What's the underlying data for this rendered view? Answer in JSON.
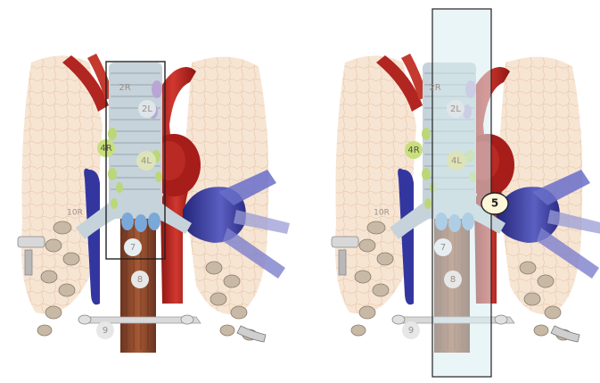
{
  "left_panel": {
    "labels": {
      "n2R": "2R",
      "n2L": "2L",
      "n4R": "4R",
      "n4L": "4L",
      "n10R": "10R",
      "n7": "7",
      "n8": "8",
      "n9": "9"
    },
    "highlight": "rectangular outline over trachea (stations 2R–7)"
  },
  "right_panel": {
    "labels": {
      "n2R": "2R",
      "n2L": "2L",
      "n4R": "4R",
      "n4L": "4L",
      "n10R": "10R",
      "n7": "7",
      "n8": "8",
      "n9": "9",
      "n5": "5"
    },
    "highlight": "translucent vertical band over trachea and esophagus"
  },
  "colors": {
    "lung": "#f3dcc5",
    "trachea": "#c9d6dd",
    "aorta": "#b3231f",
    "pulmonary_artery": "#3a3c9b",
    "esophagus": "#8a4a2c",
    "node_green": "#bcd77a",
    "node_grey": "#d5d9dc",
    "band": "#d9ecf1"
  }
}
